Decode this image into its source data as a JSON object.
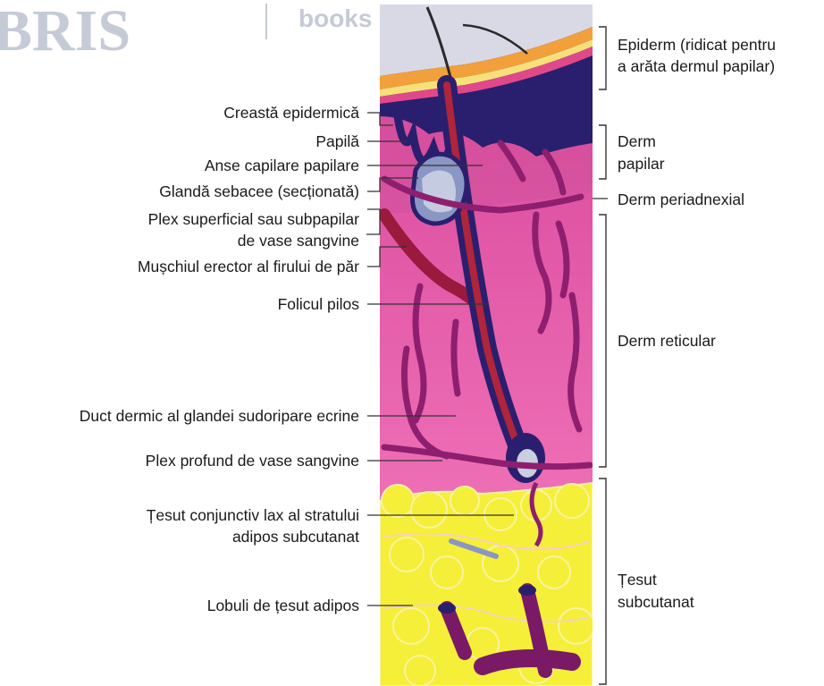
{
  "watermark": {
    "mark": "BRIS",
    "word": "books"
  },
  "left_labels": [
    "Creastă epidermică",
    "Papilă",
    "Anse capilare papilare",
    "Glandă sebacee (secționată)",
    "Plex superficial sau subpapilar",
    "de vase sangvine",
    "Mușchiul erector al firului de păr",
    "Folicul pilos",
    "Duct dermic al glandei sudoripare ecrine",
    "Plex profund de vase sangvine",
    "Țesut conjunctiv lax al stratului",
    "adipos subcutanat",
    "Lobuli de țesut adipos"
  ],
  "right_labels": [
    "Epiderm (ridicat pentru",
    "a arăta dermul papilar)",
    "Derm",
    "papilar",
    "Derm periadnexial",
    "Derm reticular",
    "Țesut",
    "subcutanat"
  ],
  "colors": {
    "epidermis": "#2a1f6e",
    "dermis": "#e45aa8",
    "fat": "#f5ef3a",
    "vessel": "#8e1f6e",
    "follicle": "#b0243c"
  }
}
